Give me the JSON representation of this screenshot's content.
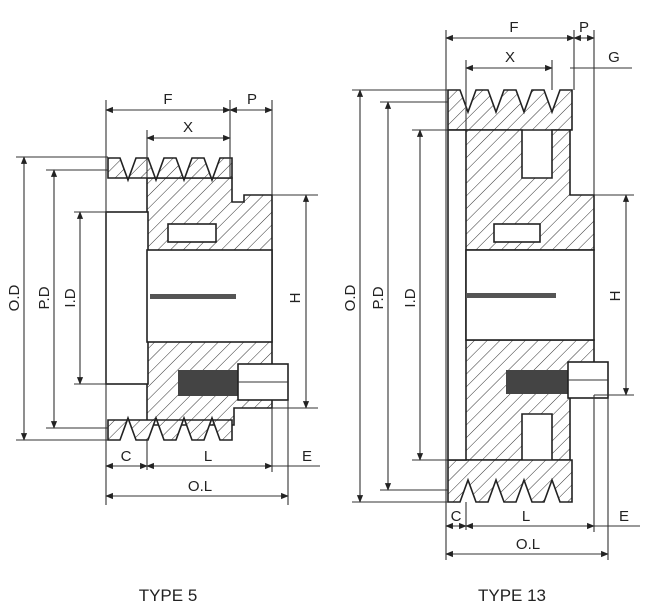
{
  "type5": {
    "caption": "TYPE 5",
    "labels": {
      "F": "F",
      "P": "P",
      "X": "X",
      "OD": "O.D",
      "PD": "P.D",
      "ID": "I.D",
      "H": "H",
      "C": "C",
      "L": "L",
      "E": "E",
      "OL": "O.L"
    }
  },
  "type13": {
    "caption": "TYPE 13",
    "labels": {
      "F": "F",
      "P": "P",
      "X": "X",
      "G": "G",
      "OD": "O.D",
      "PD": "P.D",
      "ID": "I.D",
      "H": "H",
      "C": "C",
      "L": "L",
      "E": "E",
      "OL": "O.L"
    }
  }
}
